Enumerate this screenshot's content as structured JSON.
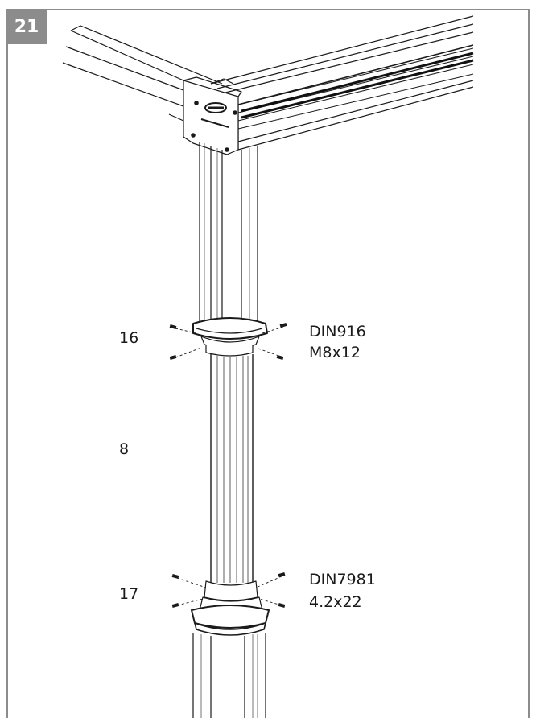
{
  "step": {
    "number": "21"
  },
  "parts": [
    {
      "id": "16"
    },
    {
      "id": "8"
    },
    {
      "id": "17"
    }
  ],
  "fasteners": [
    {
      "standard": "DIN916",
      "size": "M8x12"
    },
    {
      "standard": "DIN7981",
      "size": "4.2x22"
    }
  ]
}
